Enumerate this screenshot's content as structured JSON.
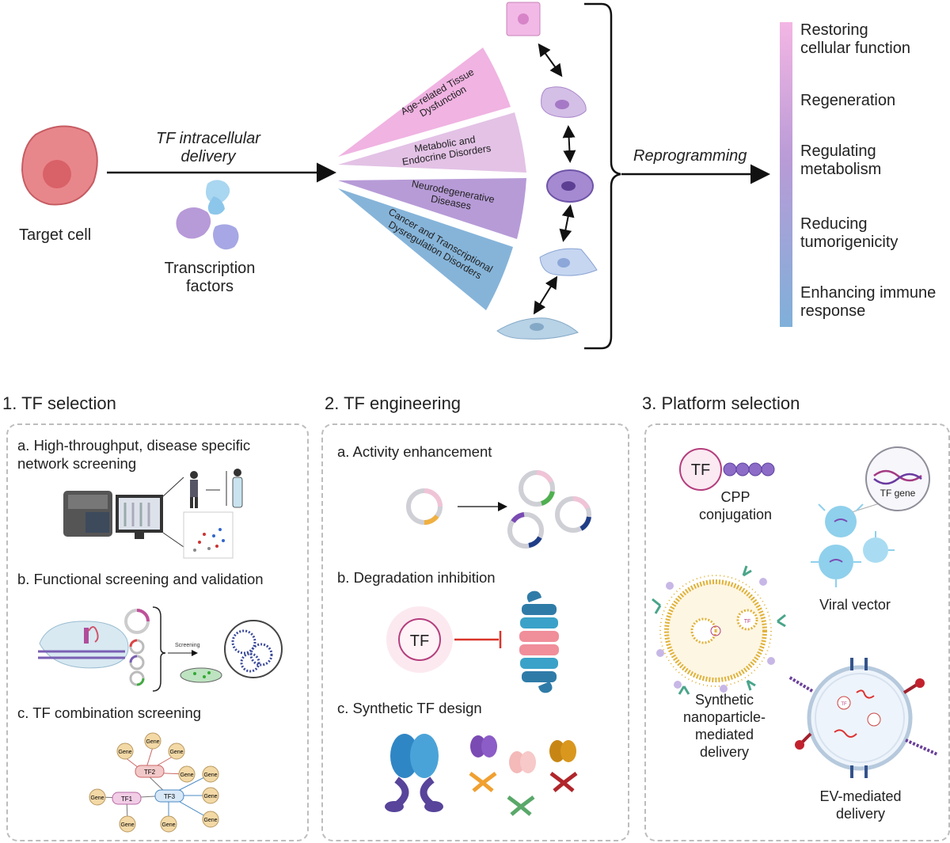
{
  "top": {
    "target_cell": "Target cell",
    "delivery_label": [
      "TF intracellular",
      "delivery"
    ],
    "tf_label": [
      "Transcription",
      "factors"
    ],
    "fan": [
      "Age-related Tissue Dysfunction",
      "Metabolic and Endocrine Disorders",
      "Neurodegenerative Diseases",
      "Cancer and Transcriptional Dysregulation Disorders"
    ],
    "fan_lines": [
      [
        "Age-related Tissue",
        "Dysfunction"
      ],
      [
        "Metabolic and",
        "Endocrine Disorders"
      ],
      [
        "Neurodegenerative",
        "Diseases"
      ],
      [
        "Cancer and Transcriptional",
        "Dysregulation Disorders"
      ]
    ],
    "reprogramming": "Reprogramming",
    "outcomes": [
      [
        "Restoring",
        "cellular function"
      ],
      [
        "Regeneration"
      ],
      [
        "Regulating",
        "metabolism"
      ],
      [
        "Reducing",
        "tumorigenicity"
      ],
      [
        "Enhancing immune",
        "response"
      ]
    ]
  },
  "sections": {
    "s1": {
      "title": "1. TF selection",
      "a": [
        "a. High-throughput, disease specific",
        "network screening"
      ],
      "b": "b. Functional screening and validation",
      "b_screening": "Screening",
      "c": "c. TF combination screening",
      "gene": "Gene",
      "tf_nodes": [
        "TF1",
        "TF2",
        "TF3"
      ]
    },
    "s2": {
      "title": "2. TF engineering",
      "a": "a. Activity enhancement",
      "b": "b. Degradation  inhibition",
      "b_tf": "TF",
      "c": "c. Synthetic TF design"
    },
    "s3": {
      "title": "3. Platform selection",
      "cpp_tf": "TF",
      "cpp_label": [
        "CPP",
        "conjugation"
      ],
      "tf_gene": "TF gene",
      "viral": "Viral vector",
      "nano_tf": "TF",
      "nano_label": [
        "Synthetic",
        "nanoparticle-",
        "mediated",
        "delivery"
      ],
      "ev_tf": "TF",
      "ev_label": [
        "EV-mediated",
        "delivery"
      ]
    }
  },
  "colors": {
    "gradient_top": "#f3b9e6",
    "gradient_mid": "#b49ad3",
    "gradient_bottom": "#86b3d9",
    "cell_red": "#e8858a",
    "panel_border": "#bdbdbd"
  }
}
